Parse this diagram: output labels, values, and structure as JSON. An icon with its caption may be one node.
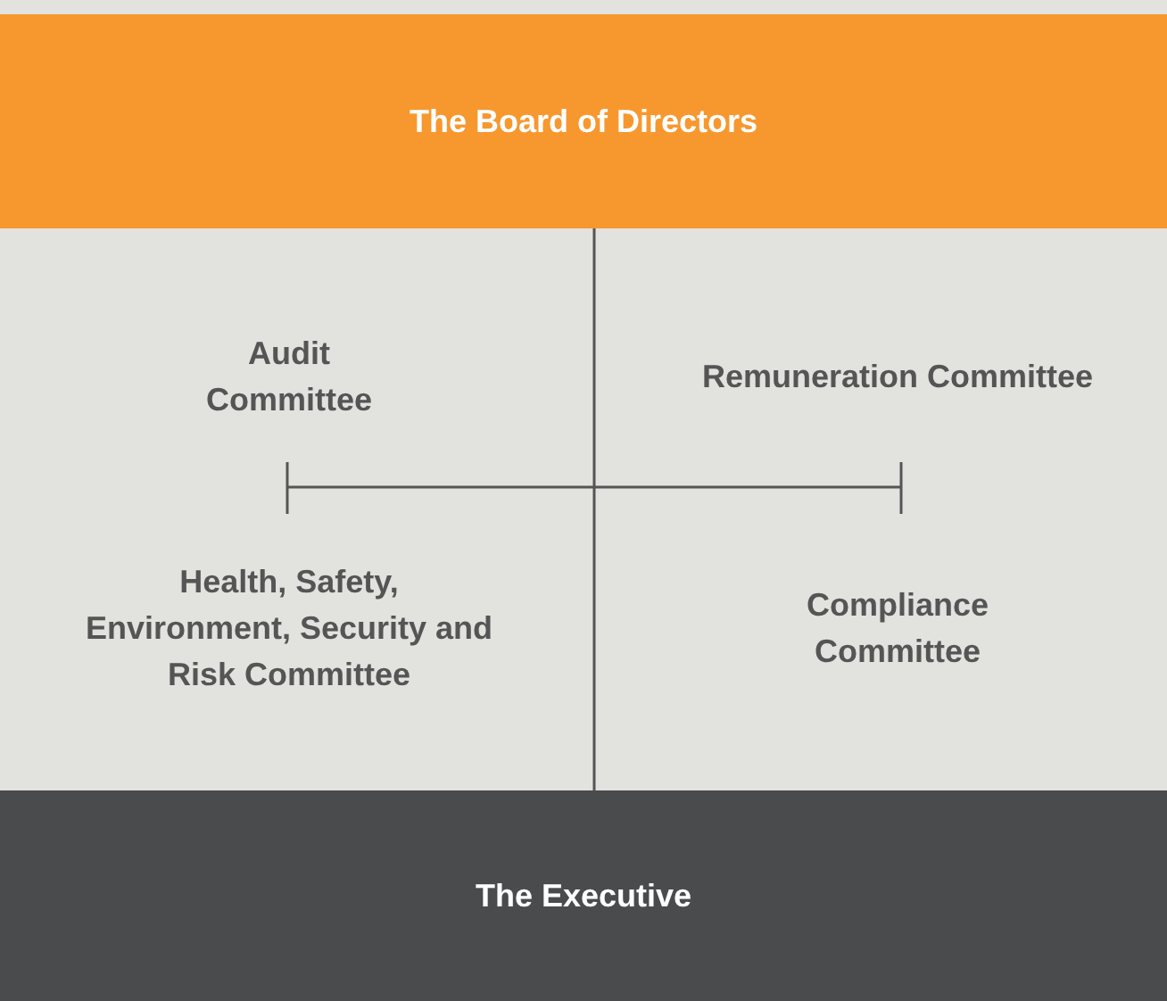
{
  "diagram": {
    "nodes": [
      {
        "text": [
          "The Board of Directors"
        ]
      },
      {
        "text": [
          "Audit Committee"
        ]
      },
      {
        "text": [
          "Remuneration Committee"
        ]
      },
      {
        "text": [
          "Health, Safety, Environment, Security and Risk Committee"
        ]
      },
      {
        "text": [
          "Compliance Committee"
        ]
      },
      {
        "text": [
          "The Executive"
        ]
      }
    ],
    "edges": [
      {
        "from": 0,
        "to": 5,
        "arrow": "none"
      }
    ]
  }
}
